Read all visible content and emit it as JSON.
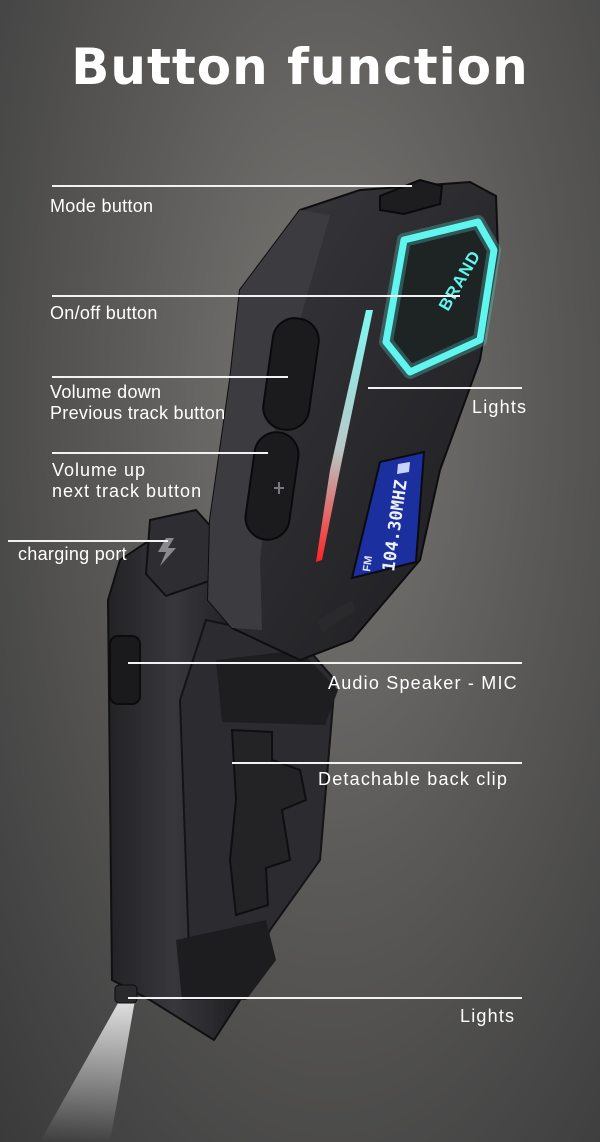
{
  "title": "Button function",
  "callouts": {
    "mode_button": "Mode button",
    "onoff_button": "On/off button",
    "volume_down_1": "Volume down",
    "volume_down_2": "Previous track button",
    "volume_up_1": "Volume up",
    "volume_up_2": "next track button",
    "charging_port": "charging port",
    "lights_top": "Lights",
    "audio_speaker": "Audio Speaker - MIC",
    "back_clip": "Detachable back clip",
    "lights_bottom": "Lights"
  },
  "display": {
    "mode": "FM",
    "frequency": "104.30MHZ"
  },
  "logo_text": "BRAND",
  "colors": {
    "accent_cyan": "#5ff6f0",
    "accent_red": "#ff2b2b",
    "lcd_blue": "#1c2f9e",
    "body_dark": "#2b2b2e"
  }
}
